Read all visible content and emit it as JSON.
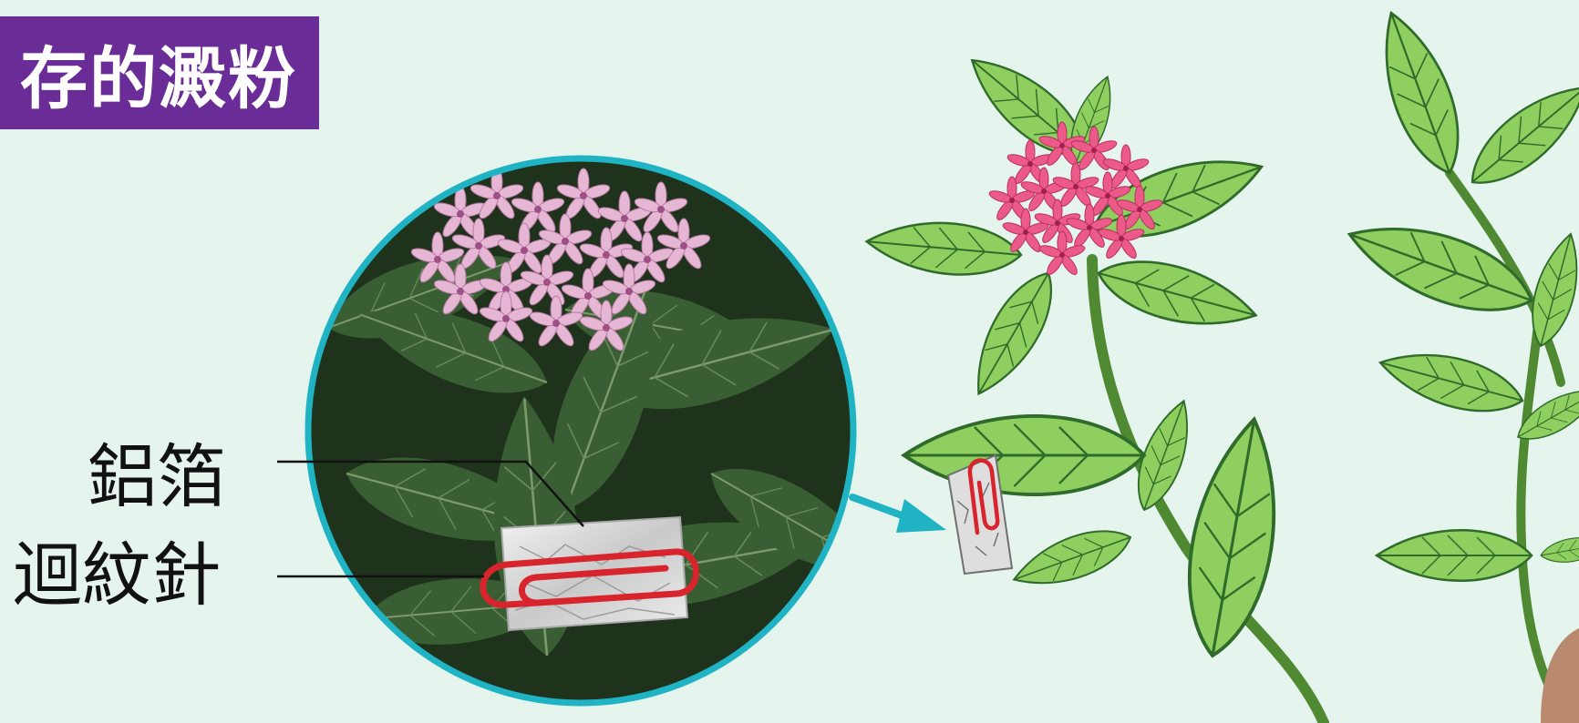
{
  "title": {
    "text": "存的澱粉"
  },
  "labels": {
    "foil": "鋁箔",
    "paperclip": "迴紋針"
  },
  "colors": {
    "background": "#e6f4ee",
    "title_banner": "#6a2d97",
    "circle_border": "#1fb3c4",
    "arrow": "#1fb3c4",
    "leaf_light": "#8fcf5f",
    "leaf_dark_photo": "#2f4f2a",
    "flower_pink": "#ec5a8a",
    "photo_flower_pink": "#e6b7d4",
    "paperclip_red": "#d8242c",
    "foil_silver": "#d9d9d9"
  }
}
